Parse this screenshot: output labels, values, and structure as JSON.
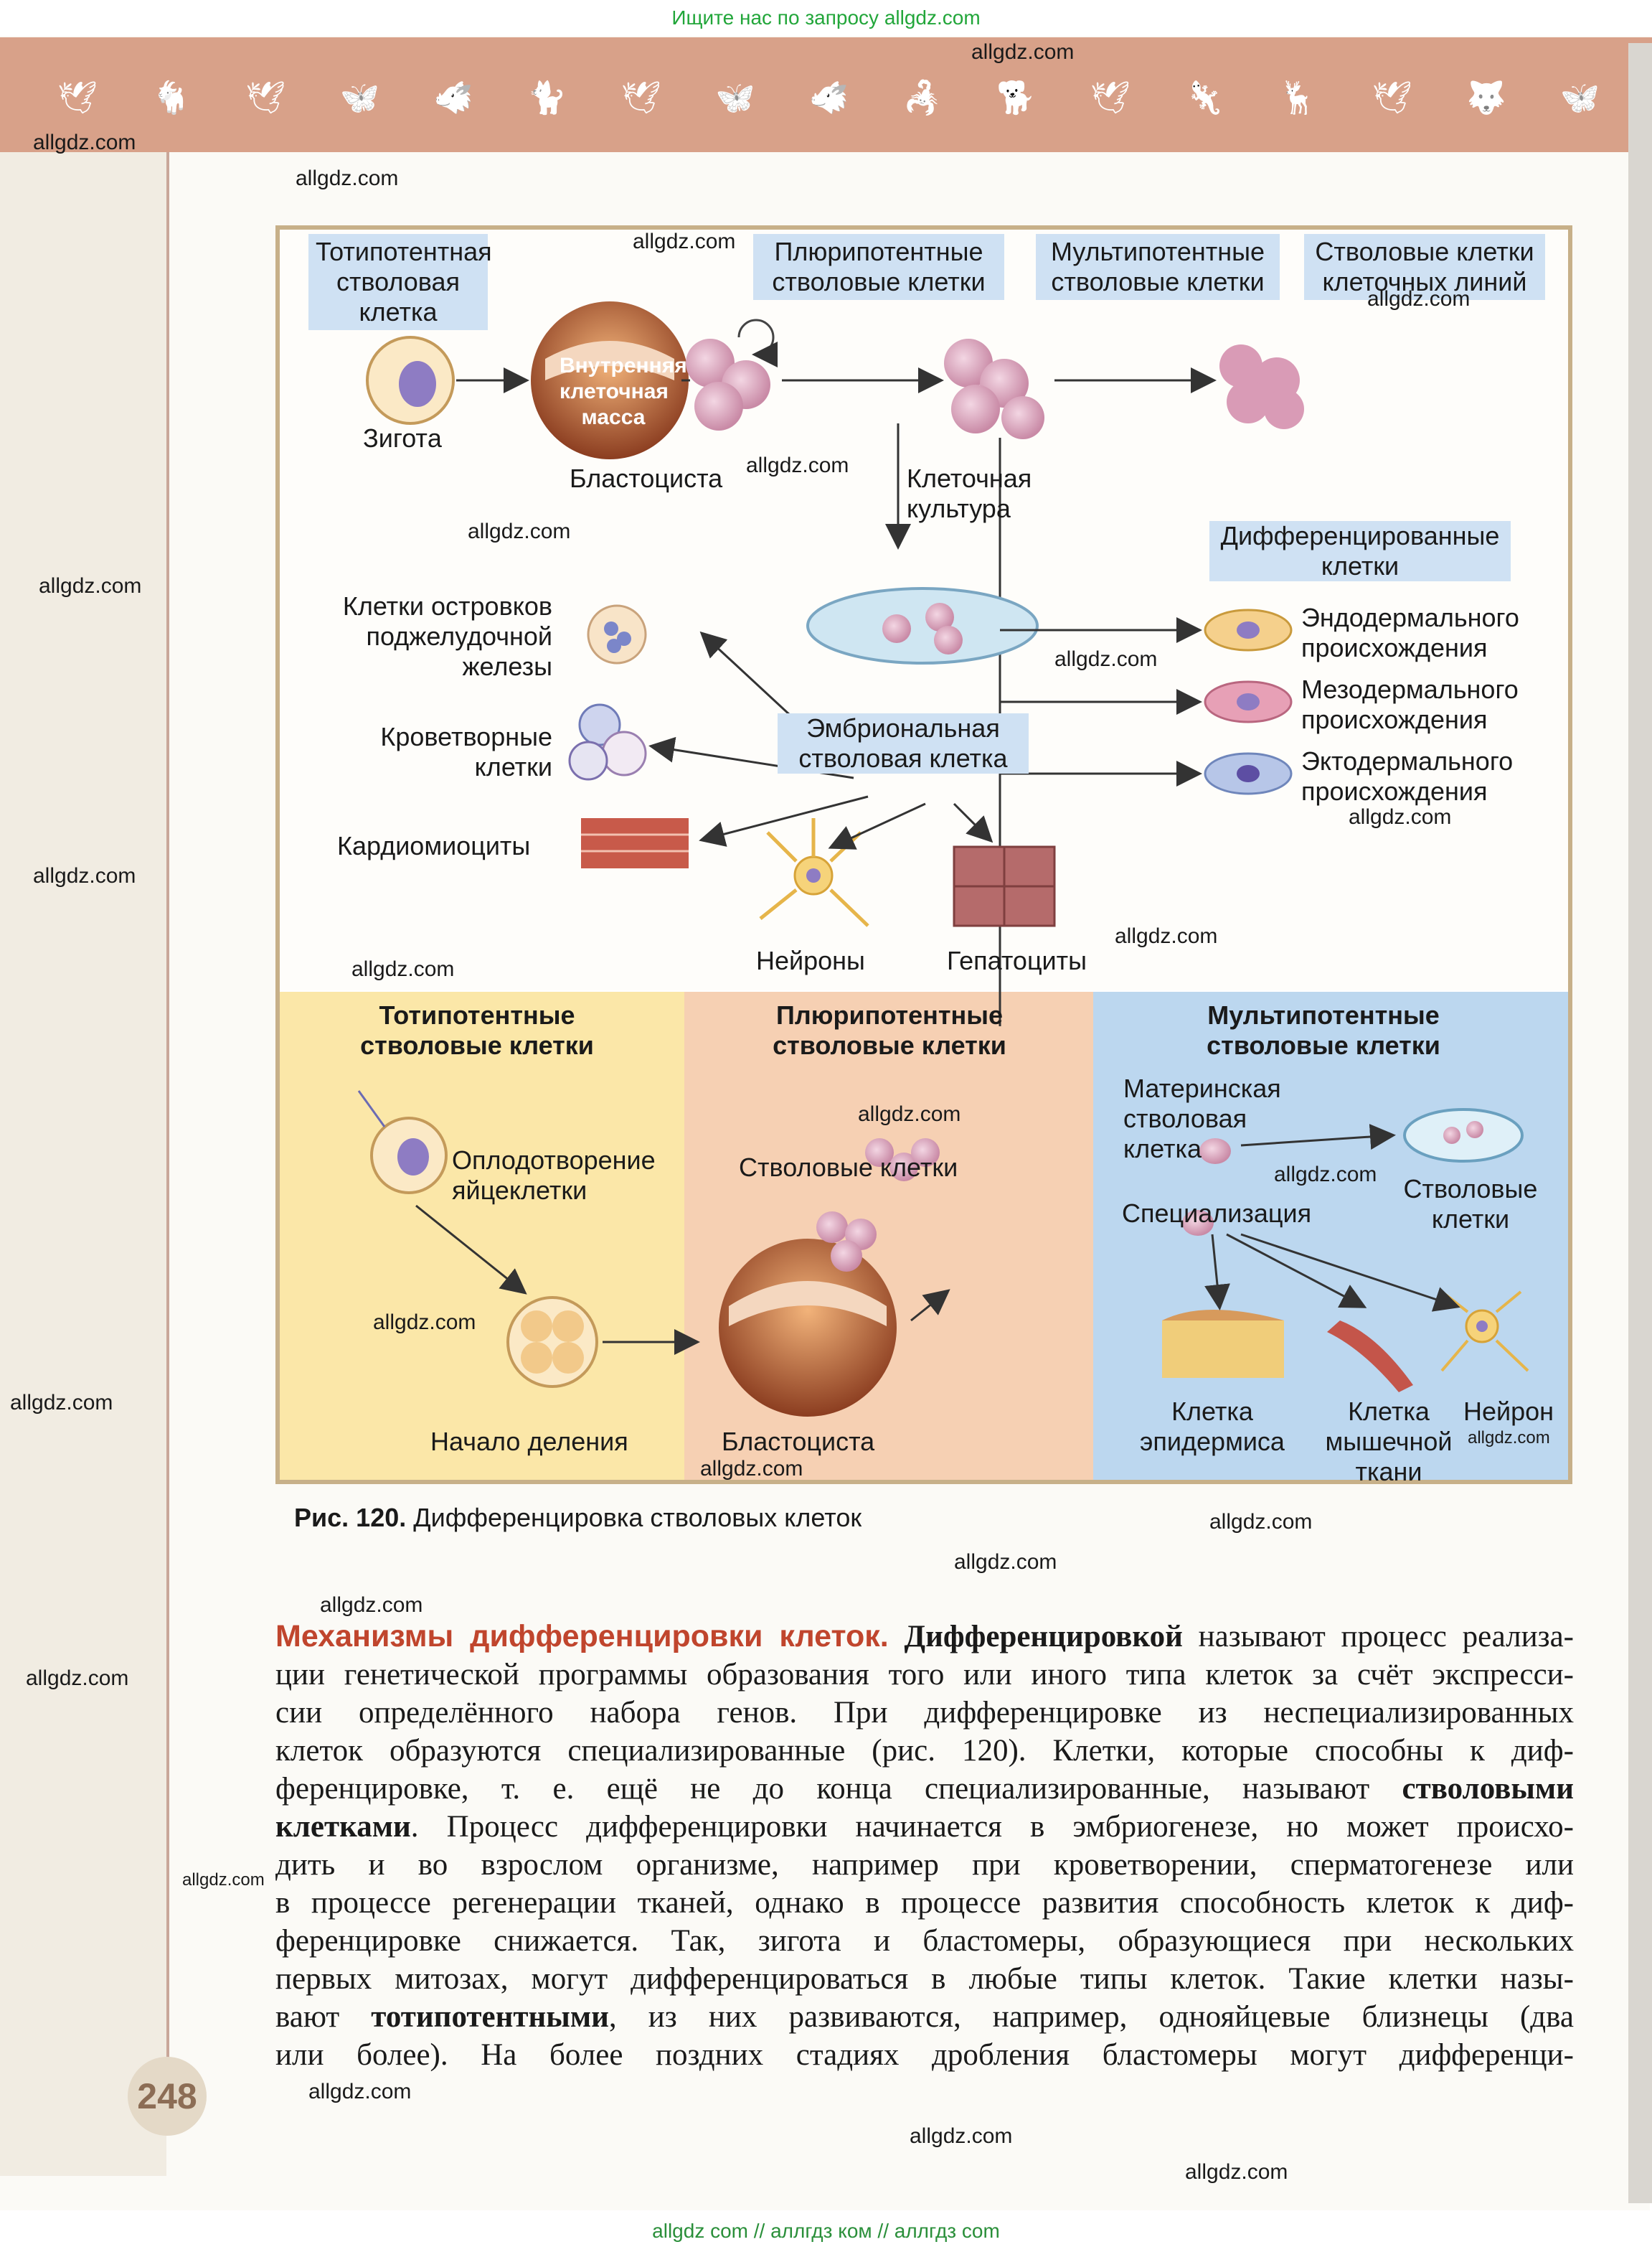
{
  "banner_top": "Ищите нас по запросу allgdz.com",
  "banner_bottom": "allgdz com  //  аллгдз ком  //  аллгдз com",
  "watermark": "allgdz.com",
  "page_number": "248",
  "header_icons": [
    "bird-icon",
    "goat-icon",
    "bird-icon",
    "moth-icon",
    "boar-icon",
    "cat-icon",
    "bird-icon",
    "butterfly-icon",
    "boar-icon",
    "scorpion-icon",
    "dog-icon",
    "bird-icon",
    "lizard-icon",
    "deer-icon",
    "bird-icon",
    "wolf-icon",
    "butterfly-icon"
  ],
  "figure": {
    "headers": {
      "totipotent": "Тотипотентная стволовая клетка",
      "pluripotent": "Плюрипотентные стволовые клетки",
      "multipotent": "Мультипотентные стволовые клетки",
      "lines": "Стволовые клетки клеточных линий"
    },
    "labels": {
      "zygote": "Зиготa",
      "inner_mass": "Внутренняя клеточная масса",
      "blastocyst": "Бластоциста",
      "culture": "Клеточная культура",
      "differentiated": "Дифференцированные клетки",
      "endoderm": "Эндодермального происхождения",
      "mesoderm": "Мезодермального происхождения",
      "ectoderm": "Эктодермального происхождения",
      "islets": "Клетки островков поджелудочной железы",
      "blood": "Кроветворные клетки",
      "cardio": "Кардиомиоциты",
      "embryonic": "Эмбриональная стволовая клетка",
      "neurons": "Нейроны",
      "hepatocytes": "Гепатоциты"
    },
    "bottom": {
      "toti_title": "Тотипотентные стволовые клетки",
      "pluri_title": "Плюрипотентные стволовые клетки",
      "multi_title": "Мультипотентные стволовые клетки",
      "fertilization": "Оплодотворение яйцеклетки",
      "division_start": "Начало деления",
      "stem_cells": "Стволовые клетки",
      "blastocyst": "Бластоциста",
      "mother_cell": "Материнская стволовая клетка",
      "stem_cells_2": "Стволовые клетки",
      "specialization": "Специализация",
      "epidermis": "Клетка эпидермиса",
      "muscle": "Клетка мышечной ткани",
      "neuron": "Нейрон"
    },
    "caption_num": "Рис. 120.",
    "caption_text": "Дифференцировка стволовых клеток"
  },
  "body_lines": [
    [
      "accent:Механизмы дифференцировки клеток.",
      " ",
      "bold:Дифференцировкой",
      " называют процесс реализа-"
    ],
    [
      "ции генетической программы образования того или иного типа клеток за счёт экспресси-"
    ],
    [
      "сии определённого набора генов. При дифференцировке из неспециализированных"
    ],
    [
      "клеток образуются специализированные (рис. 120). Клетки, которые способны к диф-"
    ],
    [
      "ференцировке, т. е. ещё не до конца специализированные, называют ",
      "bold:стволовыми"
    ],
    [
      "bold:клетками",
      ". Процесс дифференцировки начинается в эмбриогенезе, но может происхо-"
    ],
    [
      "дить и во взрослом организме, например при кроветворении, сперматогенезе или"
    ],
    [
      "в процессе регенерации тканей, однако в процессе развития способность клеток к диф-"
    ],
    [
      "ференцировке снижается. Так, зигота и бластомеры, образующиеся при нескольких"
    ],
    [
      "первых митозах, могут дифференцироваться в любые типы клеток. Такие клетки назы-"
    ],
    [
      "вают ",
      "bold:тотипотентными",
      ", из них развиваются, например, однояйцевые близнецы (два"
    ],
    [
      "или более). На более поздних стадиях дробления бластомеры могут дифференци-"
    ]
  ]
}
